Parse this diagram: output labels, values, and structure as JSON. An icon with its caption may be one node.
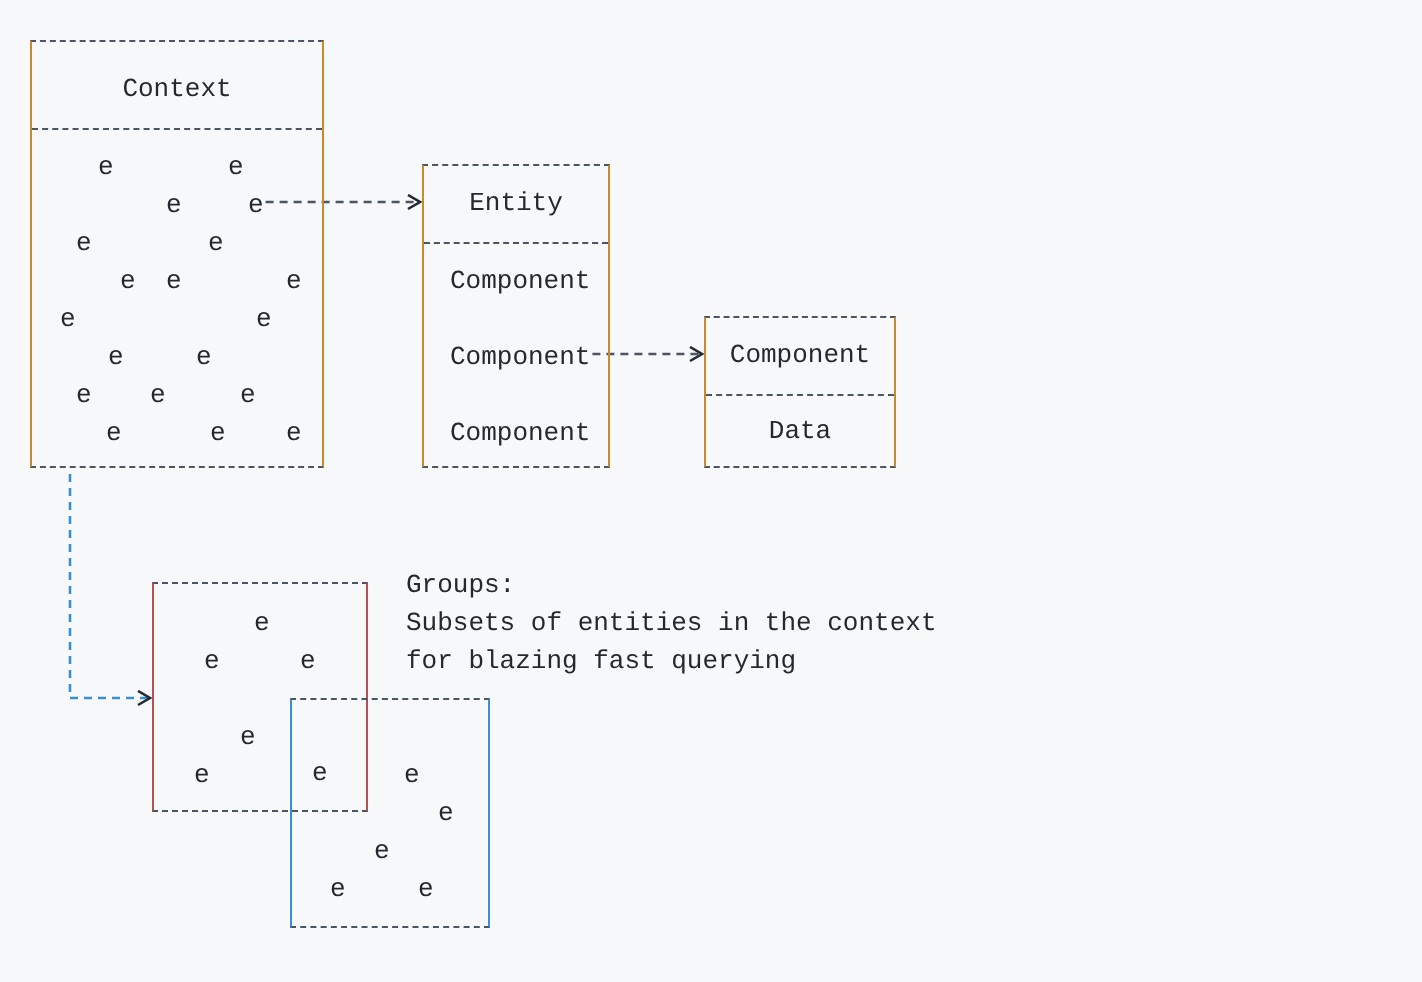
{
  "diagram": {
    "nodes": [
      {
        "text": [
          "Context"
        ]
      },
      {
        "text": [
          "e"
        ],
        "in": 0
      },
      {
        "text": [
          "e"
        ],
        "in": 0
      },
      {
        "text": [
          "e"
        ],
        "in": 0
      },
      {
        "text": [
          "e"
        ],
        "in": 0
      },
      {
        "text": [
          "e"
        ],
        "in": 0
      },
      {
        "text": [
          "e"
        ],
        "in": 0
      },
      {
        "text": [
          "e"
        ],
        "in": 0
      },
      {
        "text": [
          "e"
        ],
        "in": 0
      },
      {
        "text": [
          "e"
        ],
        "in": 0
      },
      {
        "text": [
          "e"
        ],
        "in": 0
      },
      {
        "text": [
          "e"
        ],
        "in": 0
      },
      {
        "text": [
          "e"
        ],
        "in": 0
      },
      {
        "text": [
          "e"
        ],
        "in": 0
      },
      {
        "text": [
          "e"
        ],
        "in": 0
      },
      {
        "text": [
          "e"
        ],
        "in": 0
      },
      {
        "text": [
          "e"
        ],
        "in": 0
      },
      {
        "text": [
          "e"
        ],
        "in": 0
      },
      {
        "text": [
          "e"
        ],
        "in": 0
      },
      {
        "text": [
          "e"
        ],
        "in": 0
      },
      {
        "text": [
          "Entity"
        ]
      },
      {
        "text": [
          "Component"
        ],
        "in": 20
      },
      {
        "text": [
          "Component"
        ],
        "in": 20
      },
      {
        "text": [
          "Component"
        ],
        "in": 20
      },
      {
        "text": [
          "Component",
          "Data"
        ]
      },
      {
        "text": [],
        "shape": "box",
        "beside": [
          "Groups:",
          "Subsets of entities in the context for blazing fast querying"
        ]
      },
      {
        "text": [],
        "shape": "box"
      },
      {
        "text": [
          "e"
        ],
        "in": 25
      },
      {
        "text": [
          "e"
        ],
        "in": 25
      },
      {
        "text": [
          "e"
        ],
        "in": 25
      },
      {
        "text": [
          "e"
        ],
        "in": 25
      },
      {
        "text": [
          "e"
        ],
        "in": 25
      },
      {
        "text": [
          "e"
        ]
      },
      {
        "text": [
          "e"
        ],
        "in": 26
      },
      {
        "text": [
          "e"
        ],
        "in": 26
      },
      {
        "text": [
          "e"
        ],
        "in": 26
      },
      {
        "text": [
          "e"
        ],
        "in": 26
      },
      {
        "text": [
          "e"
        ],
        "in": 26
      }
    ],
    "edges": [
      {
        "from": 4,
        "to": 20,
        "arrow": "to"
      },
      {
        "from": 22,
        "to": 24,
        "arrow": "to"
      },
      {
        "from": 0,
        "to": 25,
        "arrow": "to",
        "color": "#3a8fd0"
      }
    ]
  }
}
